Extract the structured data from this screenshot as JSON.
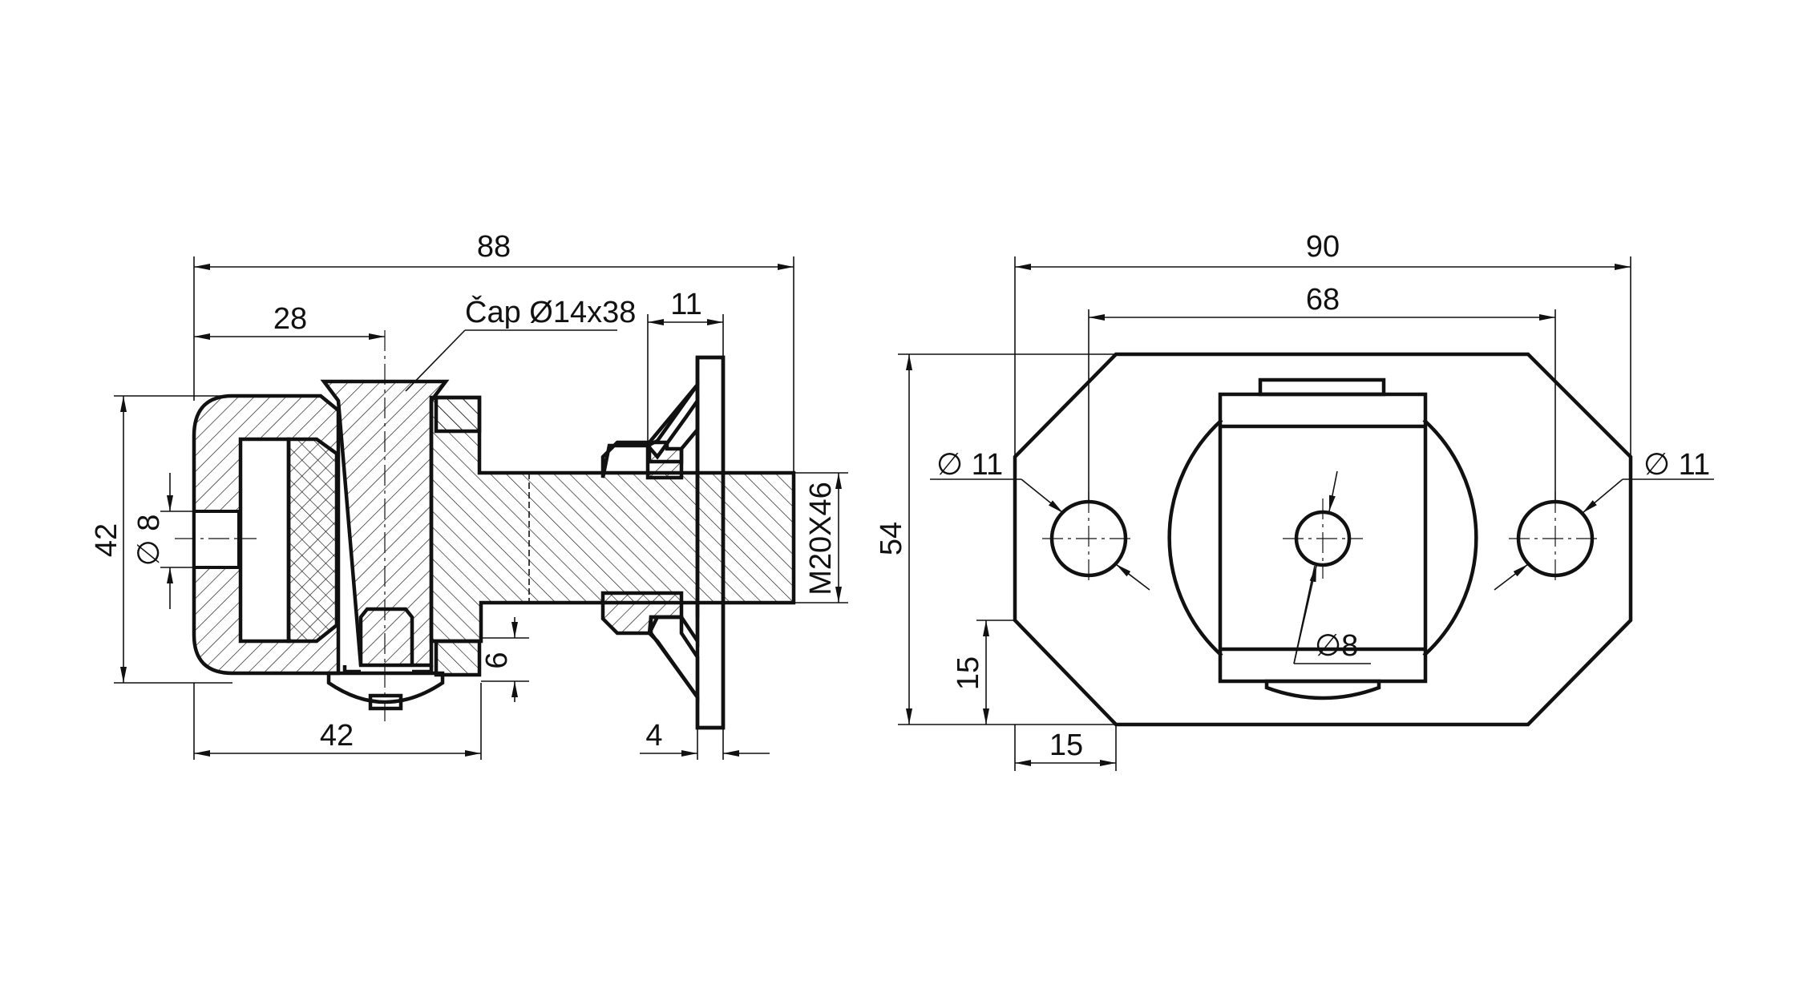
{
  "drawing": {
    "left_view": {
      "dim_overall_width": "88",
      "dim_28": "28",
      "dim_11": "11",
      "dim_42_height": "42",
      "dim_42_width": "42",
      "dim_hole": "8",
      "dim_6": "6",
      "dim_4": "4",
      "thread": "M20X46",
      "pin_label": "Čap Ø14x38"
    },
    "right_view": {
      "dim_90": "90",
      "dim_68": "68",
      "dim_54": "54",
      "dim_15_vertical": "15",
      "dim_15_horizontal": "15",
      "hole_left": "11",
      "hole_right": "11",
      "hole_center": "8"
    },
    "diameter_symbol": "∅"
  }
}
